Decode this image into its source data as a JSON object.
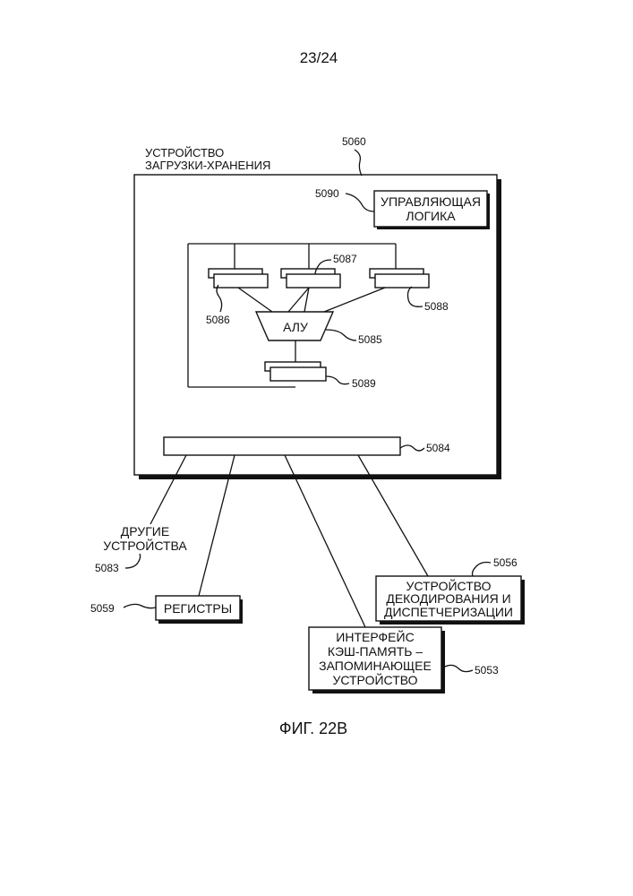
{
  "page_number": "23/24",
  "figure_caption": "ФИГ. 22B",
  "load_store_unit": {
    "title_line1": "УСТРОЙСТВО",
    "title_line2": "ЗАГРУЗКИ-ХРАНЕНИЯ",
    "ref": "5060"
  },
  "control_logic": {
    "line1": "УПРАВЛЯЮЩАЯ",
    "line2": "ЛОГИКА",
    "ref": "5090"
  },
  "alu": {
    "label": "АЛУ",
    "ref": "5085"
  },
  "registers_refs": {
    "left": "5086",
    "middle": "5087",
    "right": "5088",
    "output": "5089"
  },
  "bus_ref": "5084",
  "other_units": {
    "line1": "ДРУГИЕ",
    "line2": "УСТРОЙСТВА",
    "ref": "5083"
  },
  "registers_box": {
    "label": "РЕГИСТРЫ",
    "ref": "5059"
  },
  "cache_interface": {
    "line1": "ИНТЕРФЕЙС",
    "line2": "КЭШ-ПАМЯТЬ –",
    "line3": "ЗАПОМИНАЮЩЕЕ",
    "line4": "УСТРОЙСТВО",
    "ref": "5053"
  },
  "decode_dispatch": {
    "line1": "УСТРОЙСТВО",
    "line2": "ДЕКОДИРОВАНИЯ И",
    "line3": "ДИСПЕТЧЕРИЗАЦИИ",
    "ref": "5056"
  }
}
